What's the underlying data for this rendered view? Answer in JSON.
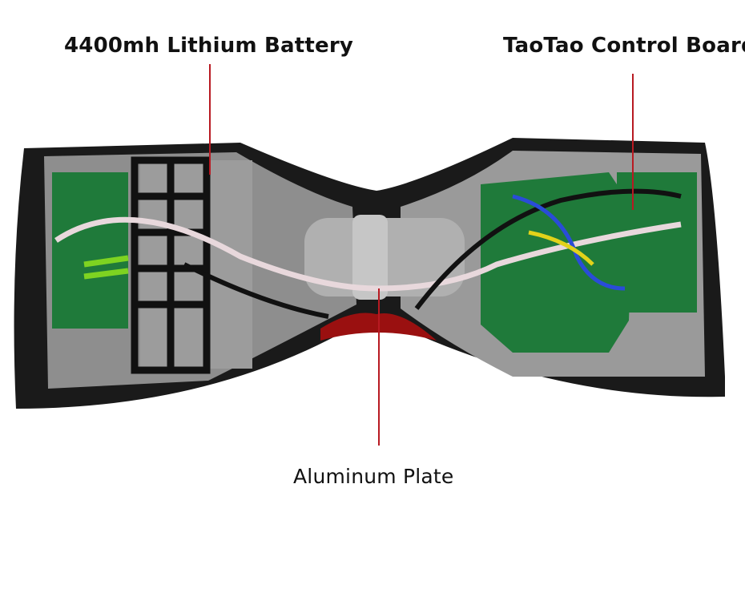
{
  "labels": {
    "battery": "4400mh Lithium Battery",
    "control_board": "TaoTao Control Board",
    "aluminum_plate": "Aluminum Plate"
  },
  "colors": {
    "leader_line": "#b81a22",
    "shell": "#1a1a1a",
    "aluminum": "#a9a9a9",
    "pcb": "#1f7a3a",
    "battery_pack": "#9a9a9a",
    "reflector": "#9a1010"
  }
}
